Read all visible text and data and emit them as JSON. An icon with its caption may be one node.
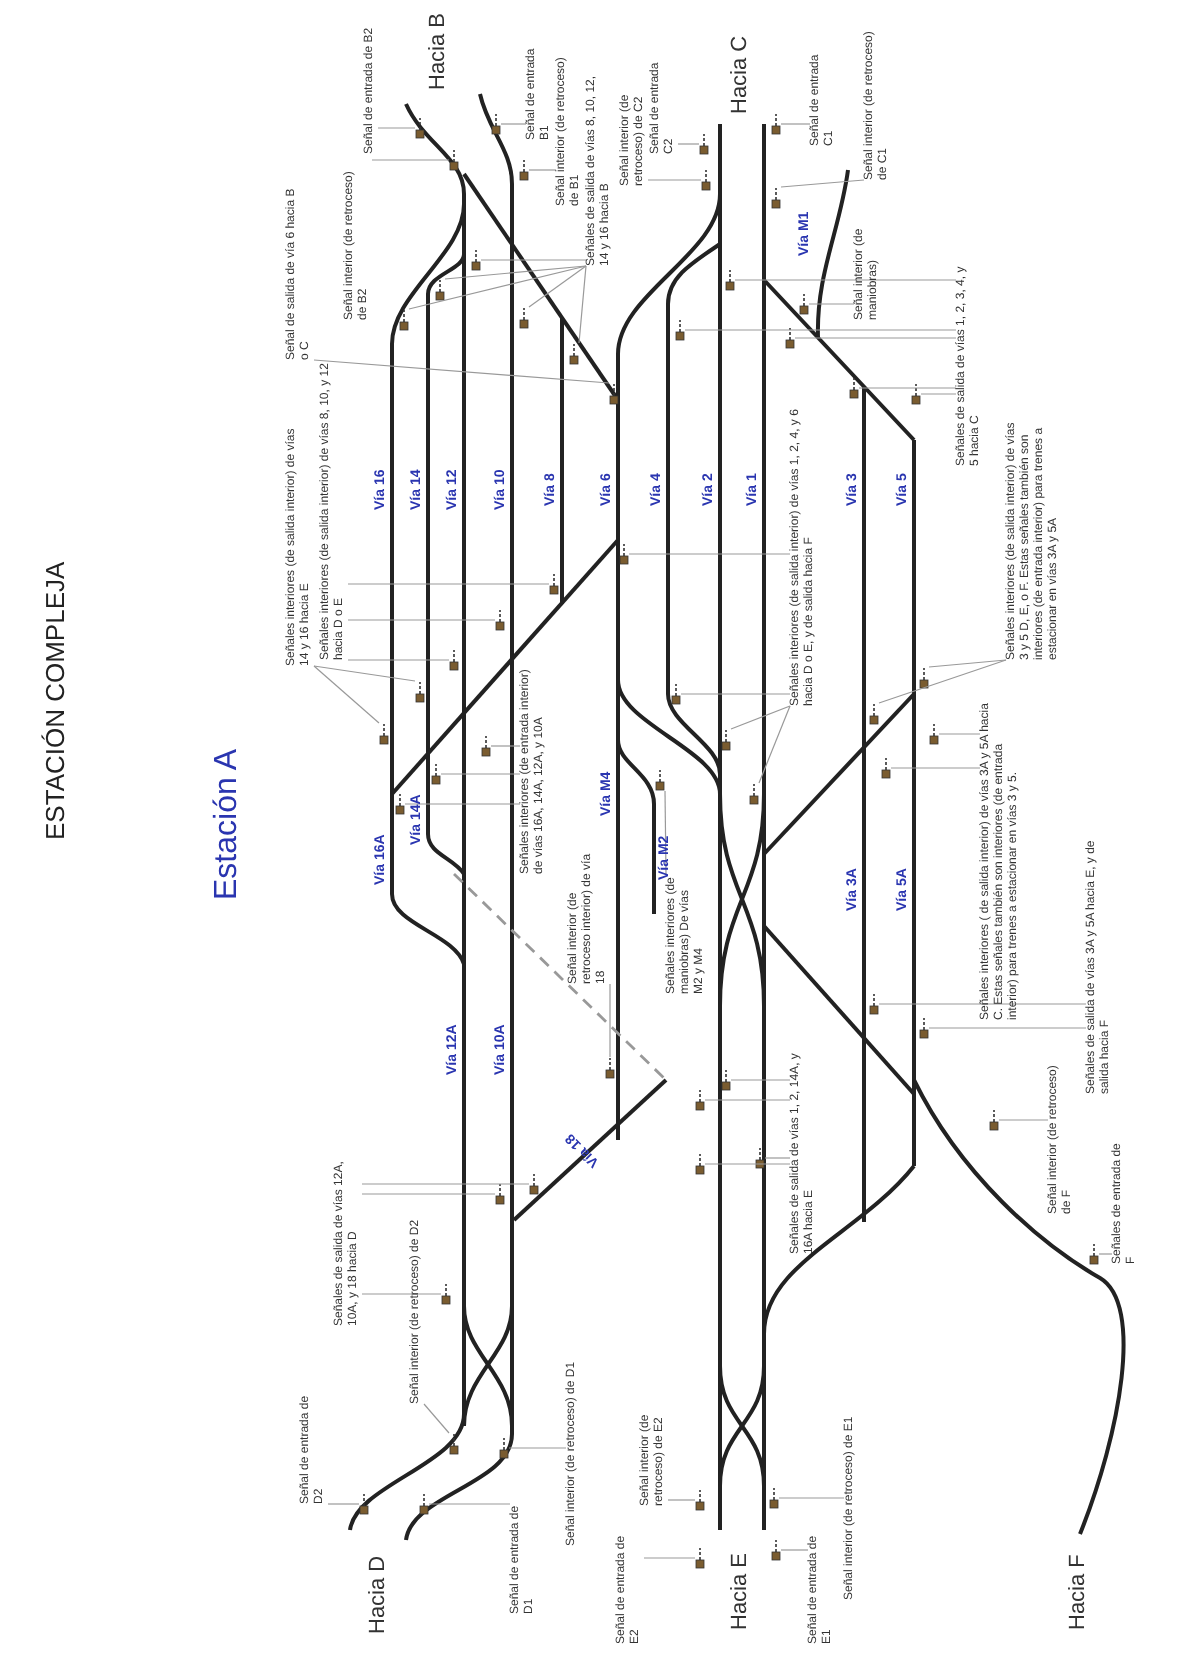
{
  "diagram": {
    "title": "ESTACIÓN COMPLEJA",
    "nodes": [
      {
        "text": [
          "Señales interiores (de salida interior) de vías 14 y 16 hacia E"
        ]
      },
      {
        "text": [
          "Señal de salida de vía 6 hacia B o C"
        ]
      },
      {
        "text": [
          "Señales interiores (de salida interior) de vías 8, 10, y 12 hacia D o E"
        ]
      },
      {
        "text": [
          "Señal interior (de retroceso) de B2"
        ]
      },
      {
        "text": [
          "Señal de entrada de B2"
        ]
      },
      {
        "text": [
          "Señal de entrada B1"
        ]
      },
      {
        "text": [
          "Señal interior (de retroceso) de B1"
        ]
      },
      {
        "text": [
          "Señales de salida de vías 8, 10, 12, 14 y 16 hacia B"
        ]
      },
      {
        "text": [
          "Señal interior (de retroceso) de C2"
        ]
      },
      {
        "text": [
          "Señal de entrada C2"
        ]
      },
      {
        "text": [
          "Señal de entrada C1"
        ]
      },
      {
        "text": [
          "Señal interior (de retroceso) de C1"
        ]
      },
      {
        "text": [
          "Señal interior (de maniobras)"
        ]
      },
      {
        "text": [
          "Señales de salida de vías 1, 2, 3, 4, y 5 hacia C"
        ]
      },
      {
        "text": [
          "Señales interiores (de salida interior) de vías 3 y 5 D, E, o F. Estas señales también son interiores (de entrada interior) para trenes a estacionar en vías 3A y 5A"
        ]
      },
      {
        "text": [
          "Señales interiores (de salida interior) de vías 1, 2, 4, y 6 hacia D o E, y de salida hacia F"
        ]
      },
      {
        "text": [
          "Señales interiores (de entrada interior) de vías 16A, 14A, 12A, y 10A"
        ]
      },
      {
        "text": [
          "Señales interiores (de maniobras) De vías M2 y M4"
        ]
      },
      {
        "text": [
          "Señal interior (de retroceso interior) de vía 18"
        ]
      },
      {
        "text": [
          "Señales interiores ( de salida interior) de vías 3A y 5A hacia C. Estas señales también son interiores (de entrada interior) para trenes a estacionar en vías 3 y 5."
        ]
      },
      {
        "text": [
          "Señales de salida de vías 3A y 5A hacia E, y de salida hacia F"
        ]
      },
      {
        "text": [
          "Señal interior (de retroceso) de F"
        ]
      },
      {
        "text": [
          "Señales de entrada de F"
        ]
      },
      {
        "text": [
          "Señales de salida de vías 1, 2, 14A, y 16A hacia E"
        ]
      },
      {
        "text": [
          "Señales de salida de vías 12A, 10A, y 18 hacia D"
        ]
      },
      {
        "text": [
          "Señal interior (de retroceso) de D2"
        ]
      },
      {
        "text": [
          "Señal de entrada de D2"
        ]
      },
      {
        "text": [
          "Señal de entrada de D1"
        ]
      },
      {
        "text": [
          "Señal interior (de retroceso) de D1"
        ]
      },
      {
        "text": [
          "Señal interior (de retroceso) de E2"
        ]
      },
      {
        "text": [
          "Señal de entrada de E2"
        ]
      },
      {
        "text": [
          "Señal de entrada de E1"
        ]
      },
      {
        "text": [
          "Señal interior (de retroceso) de E1"
        ]
      },
      {
        "text": [],
        "shape": "picture"
      },
      {
        "text": [],
        "shape": "picture"
      },
      {
        "text": [],
        "shape": "picture"
      },
      {
        "text": [],
        "shape": "picture"
      },
      {
        "text": [],
        "shape": "picture"
      },
      {
        "text": [],
        "shape": "picture"
      },
      {
        "text": [],
        "shape": "picture"
      },
      {
        "text": [],
        "shape": "picture"
      },
      {
        "text": [],
        "shape": "picture"
      },
      {
        "text": [],
        "shape": "picture"
      },
      {
        "text": [],
        "shape": "picture"
      },
      {
        "text": [],
        "shape": "picture"
      },
      {
        "text": [],
        "shape": "picture"
      },
      {
        "text": [],
        "shape": "picture"
      },
      {
        "text": [],
        "shape": "picture"
      },
      {
        "text": [],
        "shape": "picture"
      },
      {
        "text": [],
        "shape": "picture"
      },
      {
        "text": [],
        "shape": "picture"
      },
      {
        "text": [],
        "shape": "picture"
      },
      {
        "text": [],
        "shape": "picture"
      },
      {
        "text": [],
        "shape": "picture"
      },
      {
        "text": [],
        "shape": "picture"
      },
      {
        "text": [],
        "shape": "picture"
      },
      {
        "text": [],
        "shape": "picture"
      },
      {
        "text": [],
        "shape": "picture"
      },
      {
        "text": [],
        "shape": "picture"
      },
      {
        "text": [],
        "shape": "picture"
      },
      {
        "text": [],
        "shape": "picture"
      },
      {
        "text": [],
        "shape": "picture"
      },
      {
        "text": [],
        "shape": "picture"
      },
      {
        "text": [],
        "shape": "picture"
      },
      {
        "text": [],
        "shape": "picture"
      },
      {
        "text": [],
        "shape": "picture"
      },
      {
        "text": [],
        "shape": "picture"
      },
      {
        "text": [],
        "shape": "picture"
      },
      {
        "text": [],
        "shape": "picture"
      },
      {
        "text": [],
        "shape": "picture"
      },
      {
        "text": [],
        "shape": "picture"
      },
      {
        "text": [],
        "shape": "picture"
      },
      {
        "text": [],
        "shape": "picture"
      },
      {
        "text": [],
        "shape": "picture"
      },
      {
        "text": [],
        "shape": "picture"
      },
      {
        "text": [],
        "shape": "picture"
      },
      {
        "text": [],
        "shape": "picture"
      },
      {
        "text": [],
        "shape": "picture"
      },
      {
        "text": [],
        "shape": "picture"
      },
      {
        "text": [],
        "shape": "picture"
      },
      {
        "text": [],
        "shape": "picture"
      },
      {
        "text": [],
        "shape": "picture"
      },
      {
        "text": [],
        "shape": "picture"
      },
      {
        "text": [],
        "shape": "picture"
      },
      {
        "text": [],
        "shape": "picture"
      },
      {
        "text": [],
        "shape": "picture"
      },
      {
        "text": [],
        "shape": "picture"
      },
      {
        "text": [],
        "shape": "picture"
      },
      {
        "text": [],
        "shape": "picture"
      },
      {
        "text": [],
        "shape": "picture"
      }
    ],
    "edges": [
      {
        "from": 0,
        "to": 33,
        "arrow": "none"
      },
      {
        "from": 0,
        "to": 34,
        "arrow": "none"
      },
      {
        "from": 1,
        "to": 35,
        "arrow": "none"
      },
      {
        "from": 2,
        "to": 36,
        "arrow": "none"
      },
      {
        "from": 2,
        "to": 37,
        "arrow": "none"
      },
      {
        "from": 2,
        "to": 38,
        "arrow": "none"
      },
      {
        "from": 3,
        "to": 39,
        "arrow": "none"
      },
      {
        "from": 4,
        "to": 40,
        "arrow": "none"
      },
      {
        "from": 5,
        "to": 41,
        "arrow": "none"
      },
      {
        "from": 6,
        "to": 42,
        "arrow": "none"
      },
      {
        "from": 7,
        "to": 43,
        "arrow": "none"
      },
      {
        "from": 7,
        "to": 44,
        "arrow": "none"
      },
      {
        "from": 7,
        "to": 45,
        "arrow": "none"
      },
      {
        "from": 7,
        "to": 46,
        "arrow": "none"
      },
      {
        "from": 7,
        "to": 47,
        "arrow": "none"
      },
      {
        "from": 8,
        "to": 48,
        "arrow": "none"
      },
      {
        "from": 9,
        "to": 49,
        "arrow": "none"
      },
      {
        "from": 10,
        "to": 50,
        "arrow": "none"
      },
      {
        "from": 11,
        "to": 51,
        "arrow": "none"
      },
      {
        "from": 12,
        "to": 52,
        "arrow": "none"
      },
      {
        "from": 13,
        "to": 53,
        "arrow": "none"
      },
      {
        "from": 13,
        "to": 54,
        "arrow": "none"
      },
      {
        "from": 13,
        "to": 55,
        "arrow": "none"
      },
      {
        "from": 13,
        "to": 56,
        "arrow": "none"
      },
      {
        "from": 13,
        "to": 57,
        "arrow": "none"
      },
      {
        "from": 14,
        "to": 58,
        "arrow": "none"
      },
      {
        "from": 14,
        "to": 59,
        "arrow": "none"
      },
      {
        "from": 15,
        "to": 60,
        "arrow": "none"
      },
      {
        "from": 15,
        "to": 61,
        "arrow": "none"
      },
      {
        "from": 15,
        "to": 62,
        "arrow": "none"
      },
      {
        "from": 15,
        "to": 63,
        "arrow": "none"
      },
      {
        "from": 16,
        "to": 64,
        "arrow": "none"
      },
      {
        "from": 16,
        "to": 65,
        "arrow": "none"
      },
      {
        "from": 16,
        "to": 66,
        "arrow": "none"
      },
      {
        "from": 17,
        "to": 67,
        "arrow": "none"
      },
      {
        "from": 18,
        "to": 68,
        "arrow": "none"
      },
      {
        "from": 19,
        "to": 69,
        "arrow": "none"
      },
      {
        "from": 19,
        "to": 70,
        "arrow": "none"
      },
      {
        "from": 20,
        "to": 71,
        "arrow": "none"
      },
      {
        "from": 20,
        "to": 72,
        "arrow": "none"
      },
      {
        "from": 21,
        "to": 73,
        "arrow": "none"
      },
      {
        "from": 22,
        "to": 74,
        "arrow": "none"
      },
      {
        "from": 23,
        "to": 75,
        "arrow": "none"
      },
      {
        "from": 23,
        "to": 76,
        "arrow": "none"
      },
      {
        "from": 23,
        "to": 77,
        "arrow": "none"
      },
      {
        "from": 23,
        "to": 78,
        "arrow": "none"
      },
      {
        "from": 24,
        "to": 79,
        "arrow": "none"
      },
      {
        "from": 24,
        "to": 80,
        "arrow": "none"
      },
      {
        "from": 24,
        "to": 81,
        "arrow": "none"
      },
      {
        "from": 25,
        "to": 82,
        "arrow": "none"
      },
      {
        "from": 26,
        "to": 83,
        "arrow": "none"
      },
      {
        "from": 27,
        "to": 84,
        "arrow": "none"
      },
      {
        "from": 28,
        "to": 85,
        "arrow": "none"
      },
      {
        "from": 29,
        "to": 86,
        "arrow": "none"
      },
      {
        "from": 30,
        "to": 87,
        "arrow": "none"
      },
      {
        "from": 31,
        "to": 88,
        "arrow": "none"
      },
      {
        "from": 32,
        "to": 89,
        "arrow": "none"
      }
    ],
    "labels": [
      "Estación A",
      "Hacia B",
      "Hacia C",
      "Vía 16",
      "Vía 14",
      "Vía 12",
      "Vía 10",
      "Vía 8",
      "Vía 6",
      "Vía 4",
      "Vía 2",
      "Vía 1",
      "Vía M1",
      "Vía 3",
      "Vía 5",
      "Vía 16A",
      "Vía 14A",
      "Vía M4",
      "Vía M2",
      "Vía 3A",
      "Vía 5A",
      "Vía 12A",
      "Vía 10A",
      "Vía 18",
      "Hacia D",
      "Hacia E",
      "Hacia F"
    ]
  }
}
